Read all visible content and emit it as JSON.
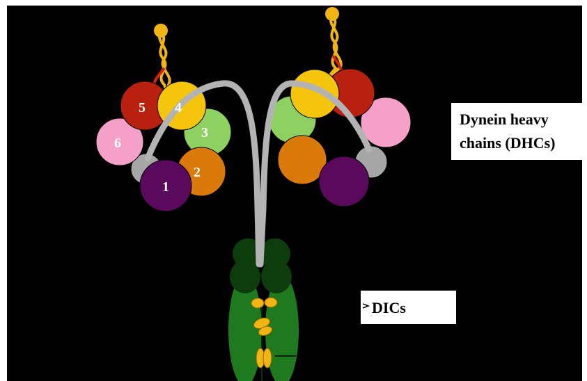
{
  "colors": {
    "background": "#000000",
    "frame": "#ffffff",
    "stalk": "#b3b3b3",
    "domain1": "#5a0a5c",
    "domain2": "#d97a0b",
    "domain3": "#8fd063",
    "domain4": "#f5c40c",
    "domain5": "#b8200f",
    "domain6": "#f4a0c8",
    "linker": "#a6a6a6",
    "light_chain": "#f0b414",
    "intermediate_chain": "#1f7a1f",
    "intermediate_chain_dark": "#0d3d0d"
  },
  "left_motor_numbers": [
    "1",
    "2",
    "3",
    "4",
    "5",
    "6"
  ],
  "labels": {
    "heavy_chain_line1": "Dynein heavy",
    "heavy_chain_line2": "chains (DHCs)",
    "intermediate_chain": "DICs"
  }
}
